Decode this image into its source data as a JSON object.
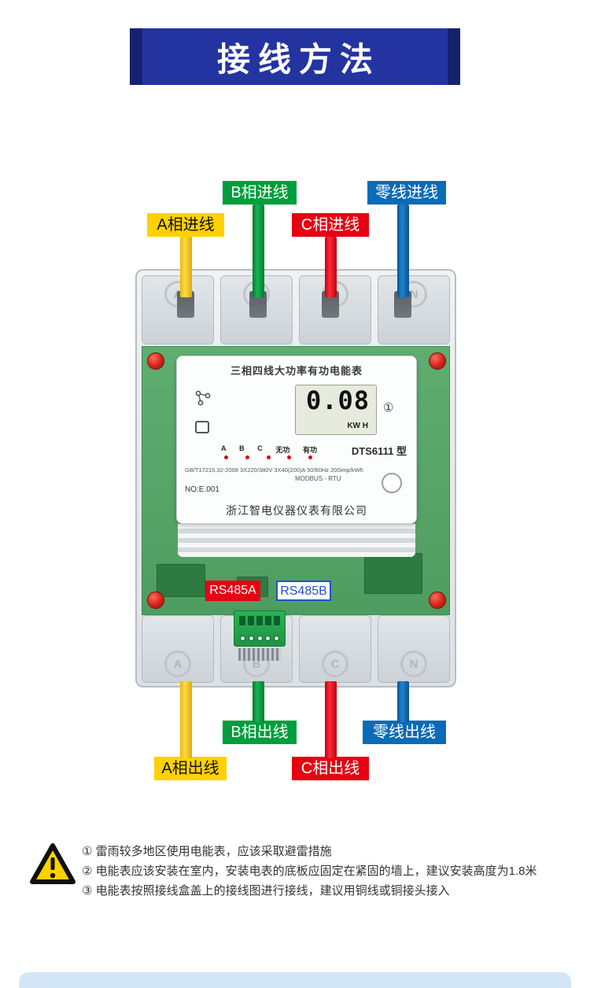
{
  "header": {
    "title": "接线方法"
  },
  "diagram": {
    "incoming": [
      {
        "text": "A相进线",
        "color": "#ffd100"
      },
      {
        "text": "B相进线",
        "color": "#009e3c"
      },
      {
        "text": "C相进线",
        "color": "#e60012"
      },
      {
        "text": "零线进线",
        "color": "#0b6bb7"
      }
    ],
    "outgoing": [
      {
        "text": "A相出线",
        "color": "#ffd100"
      },
      {
        "text": "B相出线",
        "color": "#009e3c"
      },
      {
        "text": "C相出线",
        "color": "#e60012"
      },
      {
        "text": "零线出线",
        "color": "#0b6bb7"
      }
    ],
    "rs485a": "RS485A",
    "rs485b": "RS485B",
    "meter": {
      "title": "三相四线大功率有功电能表",
      "lcd_value": "0.08",
      "lcd_unit": "KW H",
      "badge": "①",
      "indicators": [
        "A",
        "B",
        "C",
        "无功",
        "有功"
      ],
      "model": "DTS6111 型",
      "spec": "GB/T17215.32-2008  3X220/380V  3X40(200)A  50/60Hz  200imp/kWh",
      "protocol": "MODBUS - RTU",
      "serial": "NO:E.001",
      "company": "浙江智电仪器仪表有限公司",
      "terminals": [
        "A",
        "B",
        "C",
        "N"
      ]
    }
  },
  "notes": [
    "① 雷雨较多地区使用电能表，应该采取避雷措施",
    "② 电能表应该安装在室内，安装电表的底板应固定在紧固的墙上，建议安装高度为1.8米",
    "③ 电能表按照接线盒盖上的接线图进行接线，建议用铜线或铜接头接入"
  ]
}
